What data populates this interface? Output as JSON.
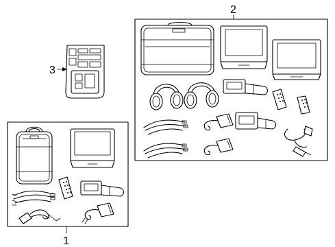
{
  "callouts": {
    "kit_1": "1",
    "kit_2": "2",
    "remote_3": "3"
  }
}
